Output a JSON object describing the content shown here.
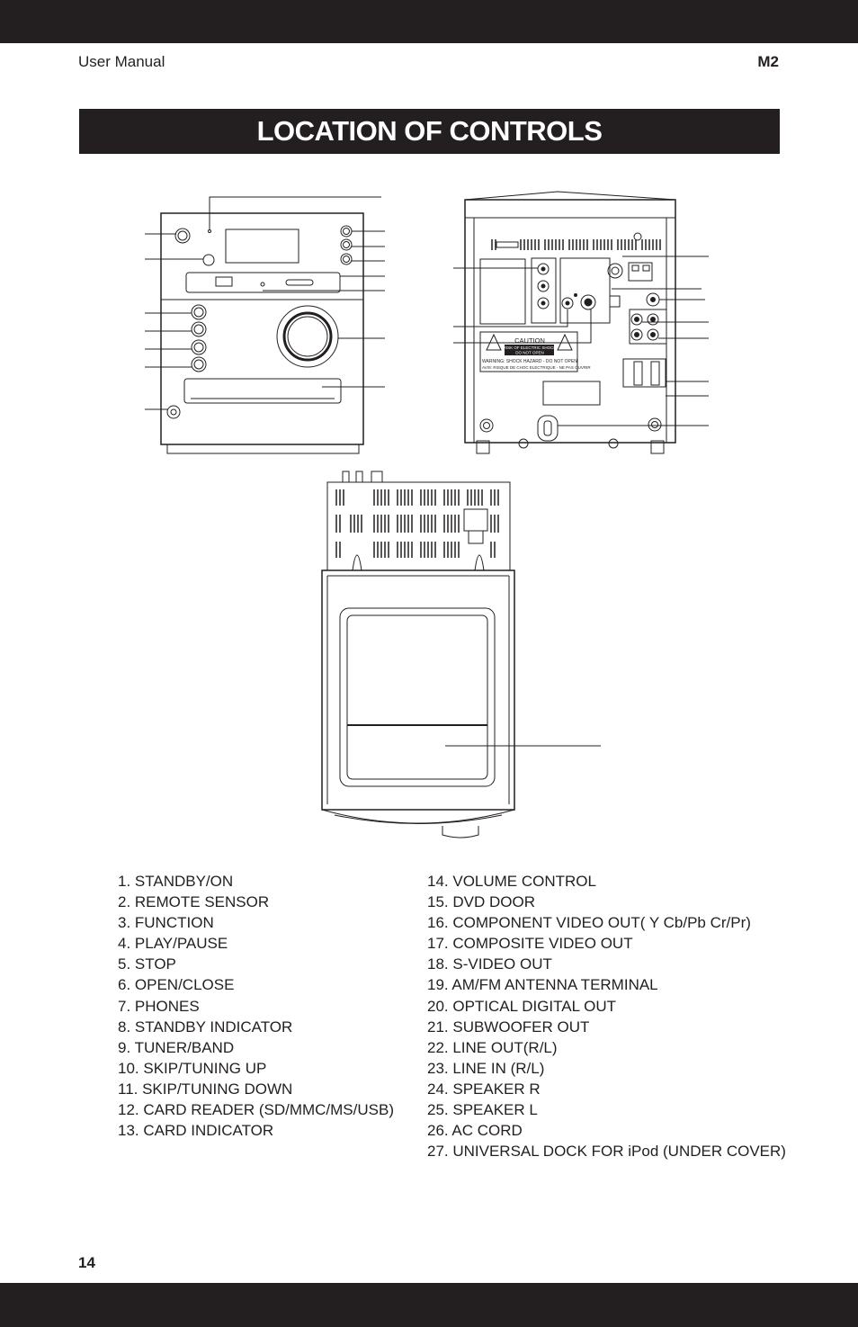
{
  "header": {
    "left": "User Manual",
    "right": "M2"
  },
  "title": "LOCATION OF CONTROLS",
  "diagram": {
    "caution_label": "CAUTION",
    "caution_line1": "RISK OF ELECTRIC SHOCK",
    "caution_line2": "DO NOT OPEN",
    "warning_line1": "WARNING: SHOCK HAZARD - DO NOT OPEN",
    "warning_line2": "AVIS: RISQUE DE CHOC ELECTRIQUE - NE PAS OUVRIR"
  },
  "controls_left": [
    "1. STANDBY/ON",
    "2. REMOTE SENSOR",
    "3. FUNCTION",
    "4. PLAY/PAUSE",
    "5. STOP",
    "6. OPEN/CLOSE",
    "7. PHONES",
    "8. STANDBY INDICATOR",
    "9. TUNER/BAND",
    "10. SKIP/TUNING UP",
    "11. SKIP/TUNING DOWN",
    "12. CARD READER (SD/MMC/MS/USB)",
    "13. CARD INDICATOR"
  ],
  "controls_right": [
    "14. VOLUME CONTROL",
    "15. DVD DOOR",
    "16. COMPONENT VIDEO OUT( Y Cb/Pb Cr/Pr)",
    "17. COMPOSITE VIDEO OUT",
    "18. S-VIDEO OUT",
    "19. AM/FM ANTENNA TERMINAL",
    "20. OPTICAL DIGITAL OUT",
    "21. SUBWOOFER OUT",
    "22. LINE OUT(R/L)",
    "23. LINE IN (R/L)",
    "24. SPEAKER R",
    "25. SPEAKER L",
    "26. AC CORD",
    "27. UNIVERSAL DOCK FOR iPod (UNDER COVER)"
  ],
  "page_number": "14"
}
